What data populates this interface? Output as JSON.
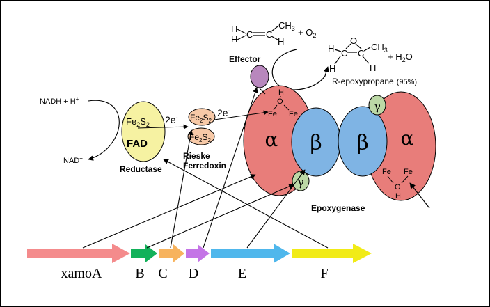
{
  "colors": {
    "alpha": "#e87d7a",
    "beta": "#7fb4e4",
    "gamma": "#bcd8a6",
    "fad": "#f6f2a2",
    "ferredoxin": "#f7c9a7",
    "effector": "#b887bd",
    "gene_xamoA": "#f48b8c",
    "gene_B": "#12b15a",
    "gene_C": "#f7b35e",
    "gene_D": "#c474e6",
    "gene_E": "#4fb7ec",
    "gene_F": "#f1eb17"
  },
  "top": {
    "propene": {
      "h1": "H",
      "h2": "H",
      "c1": "C",
      "c2": "C",
      "ch3": "CH",
      "ch3_sub": "3",
      "h3": "H",
      "plus_o2": "+ O",
      "o2_sub": "2"
    },
    "epoxide": {
      "o": "O",
      "h1": "H",
      "c1": "C",
      "c2": "C",
      "ch3": "CH",
      "ch3_sub": "3",
      "h2": "H",
      "h3": "H",
      "plus_h2o": "+ H",
      "h2o_sub": "2",
      "h2o_o": "O"
    },
    "product_name": "R-epoxypropane",
    "product_yield": "(95%)"
  },
  "reductase": {
    "nadh": "NADH + H",
    "nadh_sup": "+",
    "nad": "NAD",
    "nad_sup": "+",
    "fe2s2_a": "Fe",
    "fe2s2_sub1": "2",
    "fe2s2_b": "S",
    "fe2s2_sub2": "2",
    "fad": "FAD",
    "label": "Reductase",
    "electron1": "2e",
    "electron1_sup": "-"
  },
  "ferredoxin": {
    "fe2s2_a": "Fe",
    "fe2s2_sub1": "2",
    "fe2s2_b": "S",
    "fe2s2_sub2": "2",
    "label1": "Rieske",
    "label2": "Ferredoxin",
    "electron2": "2e",
    "electron2_sup": "-"
  },
  "effector": {
    "label": "Effector"
  },
  "epoxygenase": {
    "alpha": "α",
    "beta": "β",
    "gamma": "γ",
    "fe": "Fe",
    "o": "O",
    "h": "H",
    "label": "Epoxygenase"
  },
  "genes": [
    {
      "label": "xamoA"
    },
    {
      "label": "B"
    },
    {
      "label": "C"
    },
    {
      "label": "D"
    },
    {
      "label": "E"
    },
    {
      "label": "F"
    }
  ]
}
